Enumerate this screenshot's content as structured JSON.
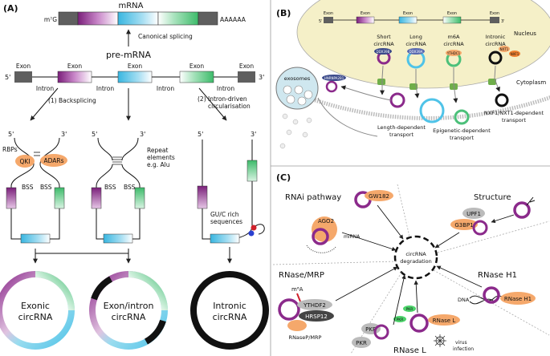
{
  "panel_a": {
    "label": "(A)",
    "mrna_title": "mRNA",
    "cap": "m⁷G",
    "polya": "AAAAAA",
    "canonical": "Canonical splicing",
    "premrna_title": "pre-mRNA",
    "five": "5'",
    "three": "3'",
    "exon": "Exon",
    "intron": "Intron",
    "backsplicing": "(1) Backsplicing",
    "intron_driven_1": "(2) Intron-driven",
    "intron_driven_2": "circularisation",
    "rbps": "RBPs",
    "qki": "QKI",
    "adars": "ADARs",
    "bss": "BSS",
    "repeat_1": "Repeat",
    "repeat_2": "elements",
    "repeat_3": "e.g. Alu",
    "gu_1": "GU/C rich",
    "gu_2": "sequences",
    "exonic_1": "Exonic",
    "exonic_2": "circRNA",
    "exint_1": "Exon/intron",
    "exint_2": "circRNA",
    "intronic_1": "Intronic",
    "intronic_2": "circRNA"
  },
  "panel_b": {
    "label": "(B)",
    "exon": "Exon",
    "five": "5'",
    "three": "3'",
    "nucleus": "Nucleus",
    "cytoplasm": "Cytoplasm",
    "short_1": "Short",
    "short_2": "circRNA",
    "long_1": "Long",
    "long_2": "circRNA",
    "m6a_1": "m6A",
    "m6a_2": "circRNA",
    "intr_1": "Intronic",
    "intr_2": "circRNA",
    "ddx39b": "DDX39B",
    "ddx39a": "DDX39A",
    "ythdc1": "YTHDC1",
    "nxt1": "NXT1",
    "nxf1": "NXF1",
    "exosomes": "exosomes",
    "hnrnpa2b1": "HNRNPA2B1",
    "len_1": "Length-dependent",
    "len_2": "transport",
    "epi_1": "Epigenetic-dependent",
    "epi_2": "transport",
    "nxf_1": "NXF1/NXT1-dependent",
    "nxf_2": "transport"
  },
  "panel_c": {
    "label": "(C)",
    "rnai": "RNAi pathway",
    "gw182": "GW182",
    "ago2": "AGO2",
    "mirna": "miRNA",
    "structure": "Structure",
    "upf1": "UPF1",
    "g3bp1": "G3BP1",
    "center_1": "circRNA",
    "center_2": "degradation",
    "rnase_mrp": "RNase/MRP",
    "m6a": "m⁶A",
    "ythdf2": "YTHDF2",
    "hrsp12": "HRSP12",
    "rnasep": "RNaseP/MRP",
    "rnase_h1": "RNase H1",
    "dna": "DNA",
    "rnase_h1_prot": "RNase H1",
    "pkr": "PKR",
    "rnase_l_prot": "RNase L",
    "rnase_l": "RNase L",
    "virus_1": "virus",
    "virus_2": "infection"
  },
  "colors": {
    "purple": "#8b2a8b",
    "blue": "#4fc3e8",
    "green": "#4cc07a",
    "orange": "#f5a86b",
    "grey_exon": "#6a6a6a",
    "nucleus": "#f5f0c8"
  }
}
